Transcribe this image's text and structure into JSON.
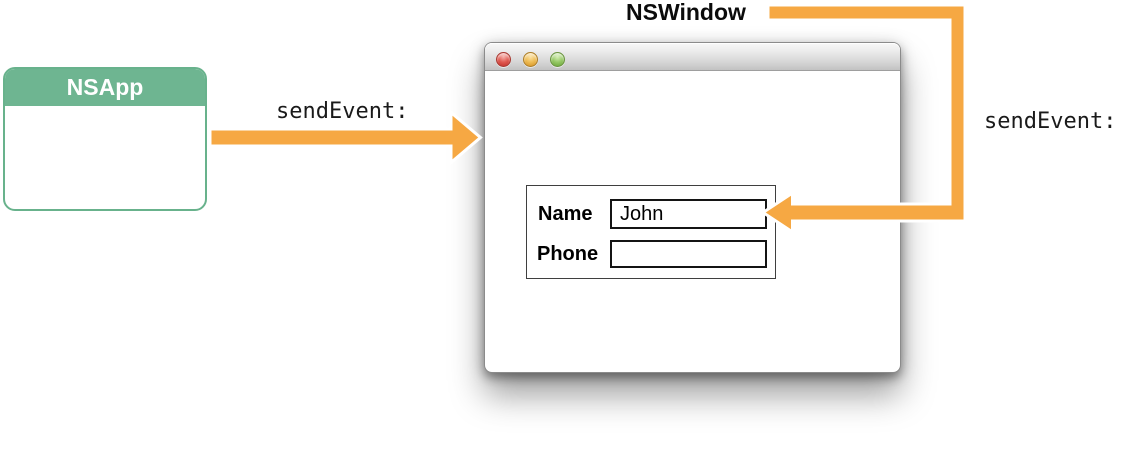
{
  "palette": {
    "orange": "#F6A843",
    "green": "#6EB591",
    "window_border": "#8B8B8B"
  },
  "nsapp": {
    "title": "NSApp"
  },
  "arrows": {
    "app_to_window_label": "sendEvent:",
    "window_to_view_label": "sendEvent:"
  },
  "nswindow_label": "NSWindow",
  "window": {
    "traffic_lights": [
      {
        "name": "close",
        "color": "#D9534A"
      },
      {
        "name": "minimize",
        "color": "#E8A73F"
      },
      {
        "name": "zoom",
        "color": "#83B94F"
      }
    ],
    "form": {
      "fields": [
        {
          "label": "Name",
          "value": "John"
        },
        {
          "label": "Phone",
          "value": ""
        }
      ]
    }
  }
}
